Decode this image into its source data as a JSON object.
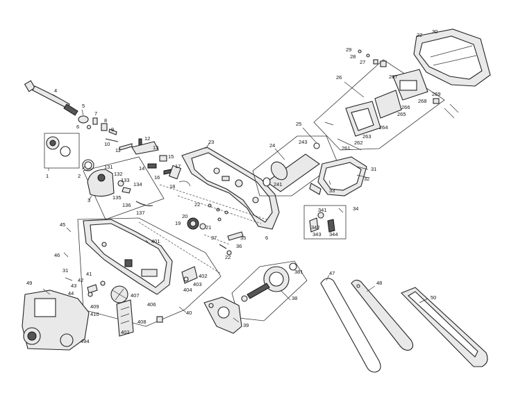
{
  "callouts": {
    "c1": "1",
    "c2": "2",
    "c3": "3",
    "c4": "4",
    "c5": "5",
    "c6": "6",
    "c7": "7",
    "c8": "8",
    "c9": "9",
    "c10": "10",
    "c11": "11",
    "c12": "12",
    "c13": "13",
    "c14": "14",
    "c15": "15",
    "c16": "16",
    "c17": "17",
    "c18": "18",
    "c19": "19",
    "c20": "20",
    "c21": "21",
    "c22a": "22",
    "c22b": "22",
    "c22c": "22",
    "c23": "23",
    "c24": "24",
    "c25": "25",
    "c26": "26",
    "c27": "27",
    "c28": "28",
    "c29": "29",
    "c30": "30",
    "c31a": "31",
    "c31b": "31",
    "c32": "32",
    "c33": "33",
    "c34": "34",
    "c35": "35",
    "c36": "36",
    "c37": "37",
    "c38": "38",
    "c39": "39",
    "c40": "40",
    "c41": "41",
    "c42": "42",
    "c43": "43",
    "c44": "44",
    "c45": "45",
    "c46": "46",
    "c47": "47",
    "c48": "48",
    "c49": "49",
    "c50": "50",
    "c131": "131",
    "c132": "132",
    "c133": "133",
    "c134": "134",
    "c135": "135",
    "c136": "136",
    "c137": "137",
    "c241": "241",
    "c243": "243",
    "c261": "261",
    "c262": "262",
    "c263": "263",
    "c264": "264",
    "c265": "265",
    "c266": "266",
    "c267": "267",
    "c268": "268",
    "c269": "269",
    "c341": "341",
    "c342": "342",
    "c343": "343",
    "c344": "344",
    "c381": "381",
    "c401": "401",
    "c402a": "402",
    "c402b": "402",
    "c403": "403",
    "c404": "404",
    "c406": "406",
    "c407": "407",
    "c408": "408",
    "c409": "409",
    "c410": "410",
    "c494": "494"
  },
  "colors": {
    "line": "#222222",
    "fill": "#e9e9e9",
    "dark": "#555555"
  }
}
